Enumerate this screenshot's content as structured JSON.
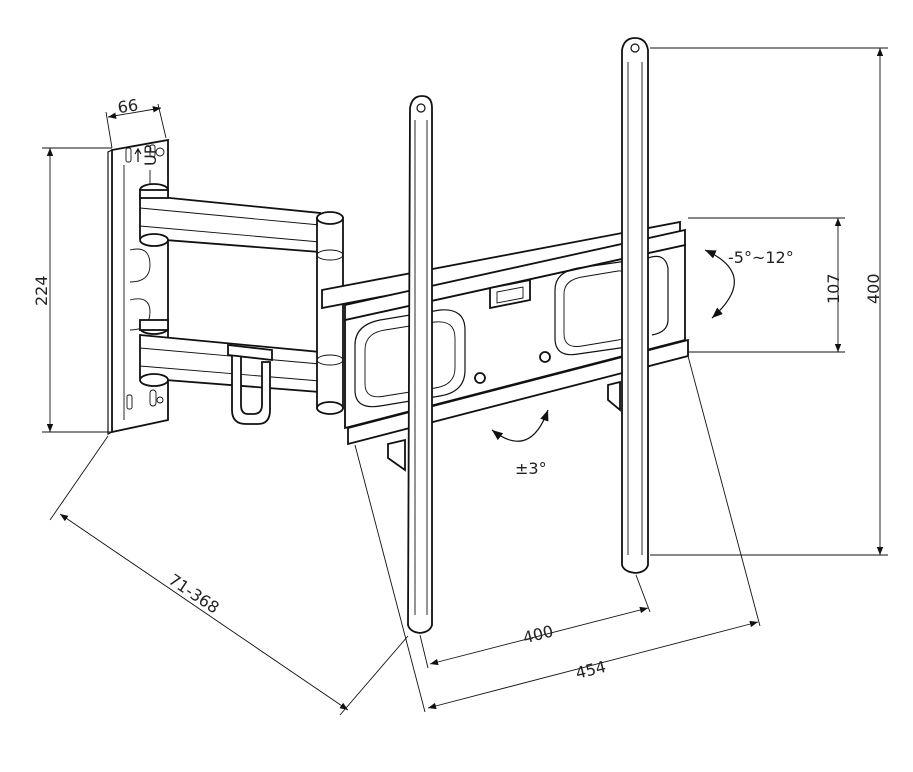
{
  "dimensions": {
    "wall_plate_width": "66",
    "wall_plate_height": "224",
    "arm_extension": "71-368",
    "vesa_inner_width": "400",
    "overall_width": "454",
    "bracket_height": "400",
    "rail_height": "107",
    "tilt_range": "-5°~12°",
    "swivel_level": "±3°"
  },
  "wall_plate_marking": "UP"
}
